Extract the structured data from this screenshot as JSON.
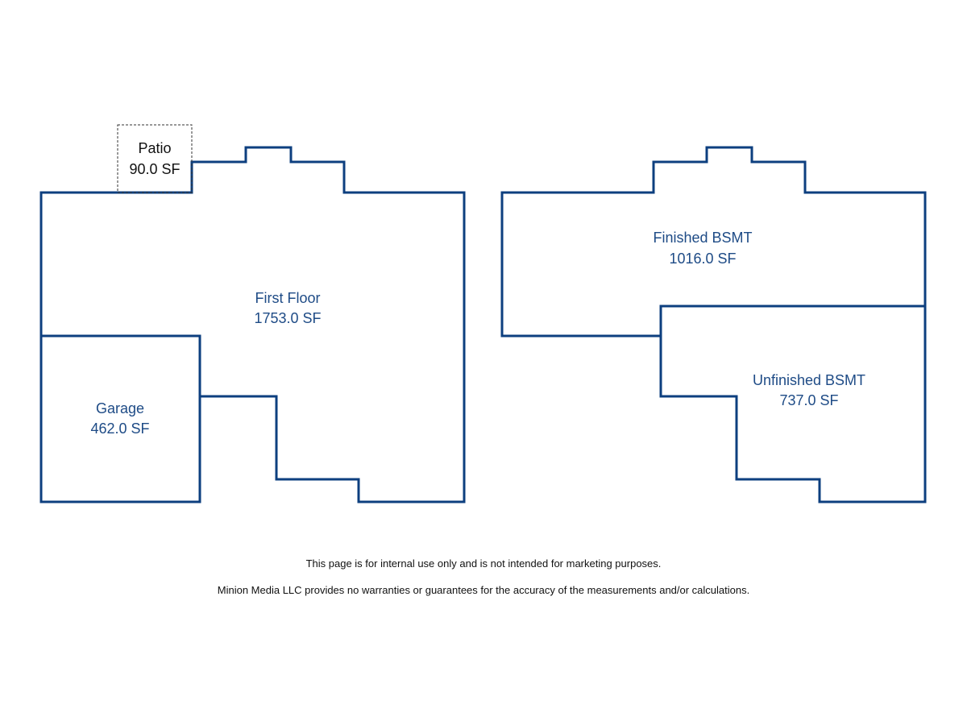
{
  "rooms": {
    "patio": {
      "name": "Patio",
      "area": "90.0 SF"
    },
    "first_floor": {
      "name": "First Floor",
      "area": "1753.0 SF"
    },
    "garage": {
      "name": "Garage",
      "area": "462.0 SF"
    },
    "finished_bsmt": {
      "name": "Finished BSMT",
      "area": "1016.0 SF"
    },
    "unfinished_bsmt": {
      "name": "Unfinished BSMT",
      "area": "737.0 SF"
    }
  },
  "footer": {
    "line1": "This page is for internal use only and is not intended for marketing purposes.",
    "line2": "Minion Media LLC provides no warranties or guarantees for the accuracy of the measurements and/or calculations."
  },
  "colors": {
    "wall": "#0d3f7f",
    "label": "#1e4b86"
  }
}
